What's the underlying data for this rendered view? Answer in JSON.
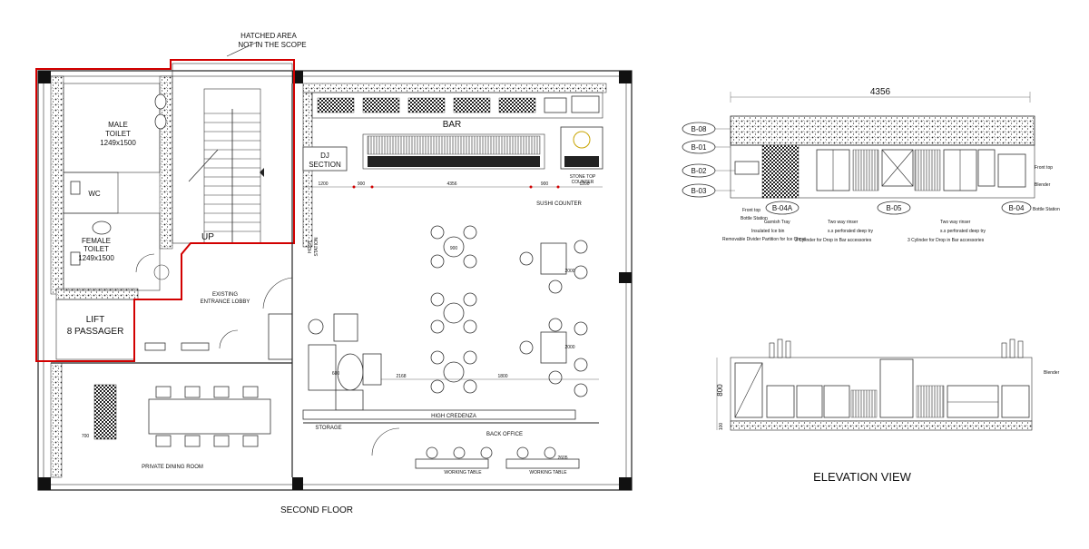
{
  "plan": {
    "title": "SECOND FLOOR",
    "callout_top_1": "HATCHED AREA",
    "callout_top_2": "NOT IN THE SCOPE",
    "rooms": {
      "male_toilet_1": "MALE",
      "male_toilet_2": "TOILET",
      "male_toilet_3": "1249x1500",
      "wc": "WC",
      "female_toilet_1": "FEMALE",
      "female_toilet_2": "TOILET",
      "female_toilet_3": "1249x1500",
      "lift_1": "LIFT",
      "lift_2": "8 PASSAGER",
      "up": "UP",
      "lobby_1": "EXISTING",
      "lobby_2": "ENTRANCE LOBBY",
      "host_1": "HOST",
      "host_2": "STATION",
      "dj_1": "DJ",
      "dj_2": "SECTION",
      "bar": "BAR",
      "stone_1": "STONE TOP",
      "stone_2": "COUNTER",
      "sushi": "SUSHI COUNTER",
      "storage": "STORAGE",
      "high_credenza": "HIGH CREDENZA",
      "back_office": "BACK OFFICE",
      "private_dining": "PRIVATE DINING ROOM",
      "working_table_1": "WORKING TABLE",
      "working_table_2": "WORKING TABLE"
    },
    "dims": {
      "d1200a": "1200",
      "d900a": "900",
      "d4356": "4356",
      "d900b": "900",
      "d1200b": "1200",
      "d2000a": "2000",
      "d2000b": "2000",
      "d1800": "1800",
      "d2168": "2168",
      "d900c": "900",
      "d700": "700",
      "d600": "600",
      "d2605": "2605"
    }
  },
  "elevation_plan": {
    "dim_total": "4356",
    "tags": [
      "B-08",
      "B-01",
      "B-02",
      "B-03",
      "B-04A",
      "B-05",
      "B-04"
    ],
    "notes": {
      "front_top": "Front top",
      "bottle_station": "Bottle Station",
      "garnish_tray": "Garnish Tray",
      "insulated_bin": "Insulated Ice bin",
      "removable_divider": "Removable Divider Partition for Ice Chest",
      "two_way_rinser_a": "Two way rinser",
      "perforated_a": "s.s perforated deep try",
      "cylinder_a": "3 Cylinder for Drop in Bar accessories",
      "two_way_rinser_b": "Two way rinser",
      "perforated_b": "s.s perforated deep try",
      "cylinder_b": "3 Cylinder for Drop in Bar accessories",
      "blender": "Blender",
      "bottle_station_b": "Bottle Station",
      "front_top_b": "Front top"
    }
  },
  "elevation_view": {
    "title": "ELEVATION VIEW",
    "dim_800": "800",
    "dim_100": "100",
    "blender": "Blender"
  }
}
